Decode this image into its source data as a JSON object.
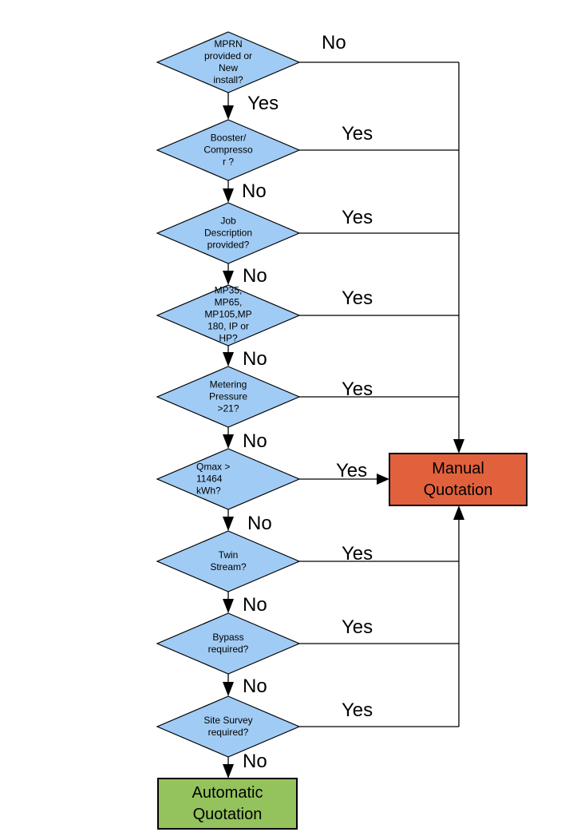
{
  "colors": {
    "decision_fill": "#A0CBF4",
    "manual_fill": "#E2613D",
    "automatic_fill": "#94C25C",
    "line_color": "#000000"
  },
  "decisions": [
    {
      "id": "mprn",
      "label": "MPRN provided or New install?",
      "lines": [
        "MPRN",
        "provided or",
        "New",
        "install?"
      ],
      "down_label": "Yes",
      "down_target": "booster",
      "right_label": "No",
      "right_target": "manual"
    },
    {
      "id": "booster",
      "label": "Booster/Compressor ?",
      "lines": [
        "Booster/",
        "Compresso",
        "r ?"
      ],
      "down_label": "No",
      "down_target": "job",
      "right_label": "Yes",
      "right_target": "manual"
    },
    {
      "id": "job",
      "label": "Job Description provided?",
      "lines": [
        "Job",
        "Description",
        "provided?"
      ],
      "down_label": "No",
      "down_target": "mp",
      "right_label": "Yes",
      "right_target": "manual"
    },
    {
      "id": "mp",
      "label": "MP35, MP65, MP105,MP 180, IP or HP?",
      "lines": [
        "MP35,",
        "MP65,",
        "MP105,MP",
        "180, IP or",
        "HP?"
      ],
      "down_label": "No",
      "down_target": "pressure",
      "right_label": "Yes",
      "right_target": "manual"
    },
    {
      "id": "pressure",
      "label": "Metering Pressure >21?",
      "lines": [
        "Metering",
        "Pressure",
        ">21?"
      ],
      "down_label": "No",
      "down_target": "qmax",
      "right_label": "Yes",
      "right_target": "manual"
    },
    {
      "id": "qmax",
      "label": "Qmax > 11464 kWh?",
      "lines": [
        "Qmax >",
        "11464",
        "kWh?"
      ],
      "down_label": "No",
      "down_target": "twin",
      "right_label": "Yes",
      "right_target": "manual"
    },
    {
      "id": "twin",
      "label": "Twin Stream?",
      "lines": [
        "Twin",
        "Stream?"
      ],
      "down_label": "No",
      "down_target": "bypass",
      "right_label": "Yes",
      "right_target": "manual"
    },
    {
      "id": "bypass",
      "label": "Bypass required?",
      "lines": [
        "Bypass",
        "required?"
      ],
      "down_label": "No",
      "down_target": "survey",
      "right_label": "Yes",
      "right_target": "manual"
    },
    {
      "id": "survey",
      "label": "Site Survey required?",
      "lines": [
        "Site Survey",
        "required?"
      ],
      "down_label": "No",
      "down_target": "automatic",
      "right_label": "Yes",
      "right_target": "manual"
    }
  ],
  "terminals": {
    "manual": {
      "label": "Manual Quotation",
      "lines": [
        "Manual",
        "Quotation"
      ]
    },
    "automatic": {
      "label": "Automatic Quotation",
      "lines": [
        "Automatic",
        "Quotation"
      ]
    }
  }
}
